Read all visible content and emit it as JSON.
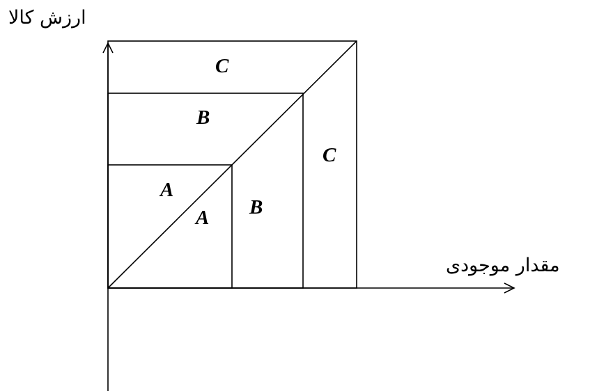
{
  "axes": {
    "y_title": "ارزش کالا",
    "x_title": "مقدار موجودی"
  },
  "regions": {
    "c_top": "C",
    "b_top": "B",
    "a_top": "A",
    "a_lower": "A",
    "b_lower": "B",
    "c_right": "C"
  },
  "colors": {
    "stroke": "#000000",
    "background": "#ffffff"
  }
}
